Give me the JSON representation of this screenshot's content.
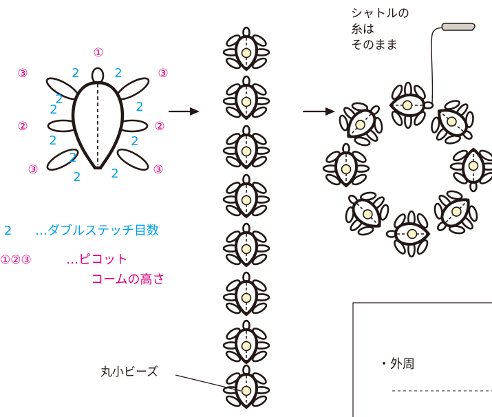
{
  "colors": {
    "ink": "#231815",
    "cyan": "#00a0e9",
    "magenta": "#e4007f",
    "bead": "#fbf6c8",
    "shuttle": "#d6d0c9"
  },
  "motif": {
    "picot_labels": [
      "①",
      "③",
      "③",
      "②",
      "②",
      "③",
      "③"
    ],
    "stitch_labels": [
      "2",
      "2",
      "2",
      "2",
      "2",
      "2",
      "2",
      "2",
      "2",
      "2"
    ]
  },
  "legend": {
    "stitch_symbol": "2",
    "stitch_text": "…ダブルステッチ目数",
    "picot_symbol": "①②③",
    "picot_text_line1": "…ピコット",
    "picot_text_line2": "コームの高さ"
  },
  "bead_label": "丸小ビーズ",
  "shuttle_note": {
    "line1": "シャトルの",
    "line2": "糸は",
    "line3": "そのまま"
  },
  "info_box": {
    "item": "・外周"
  }
}
